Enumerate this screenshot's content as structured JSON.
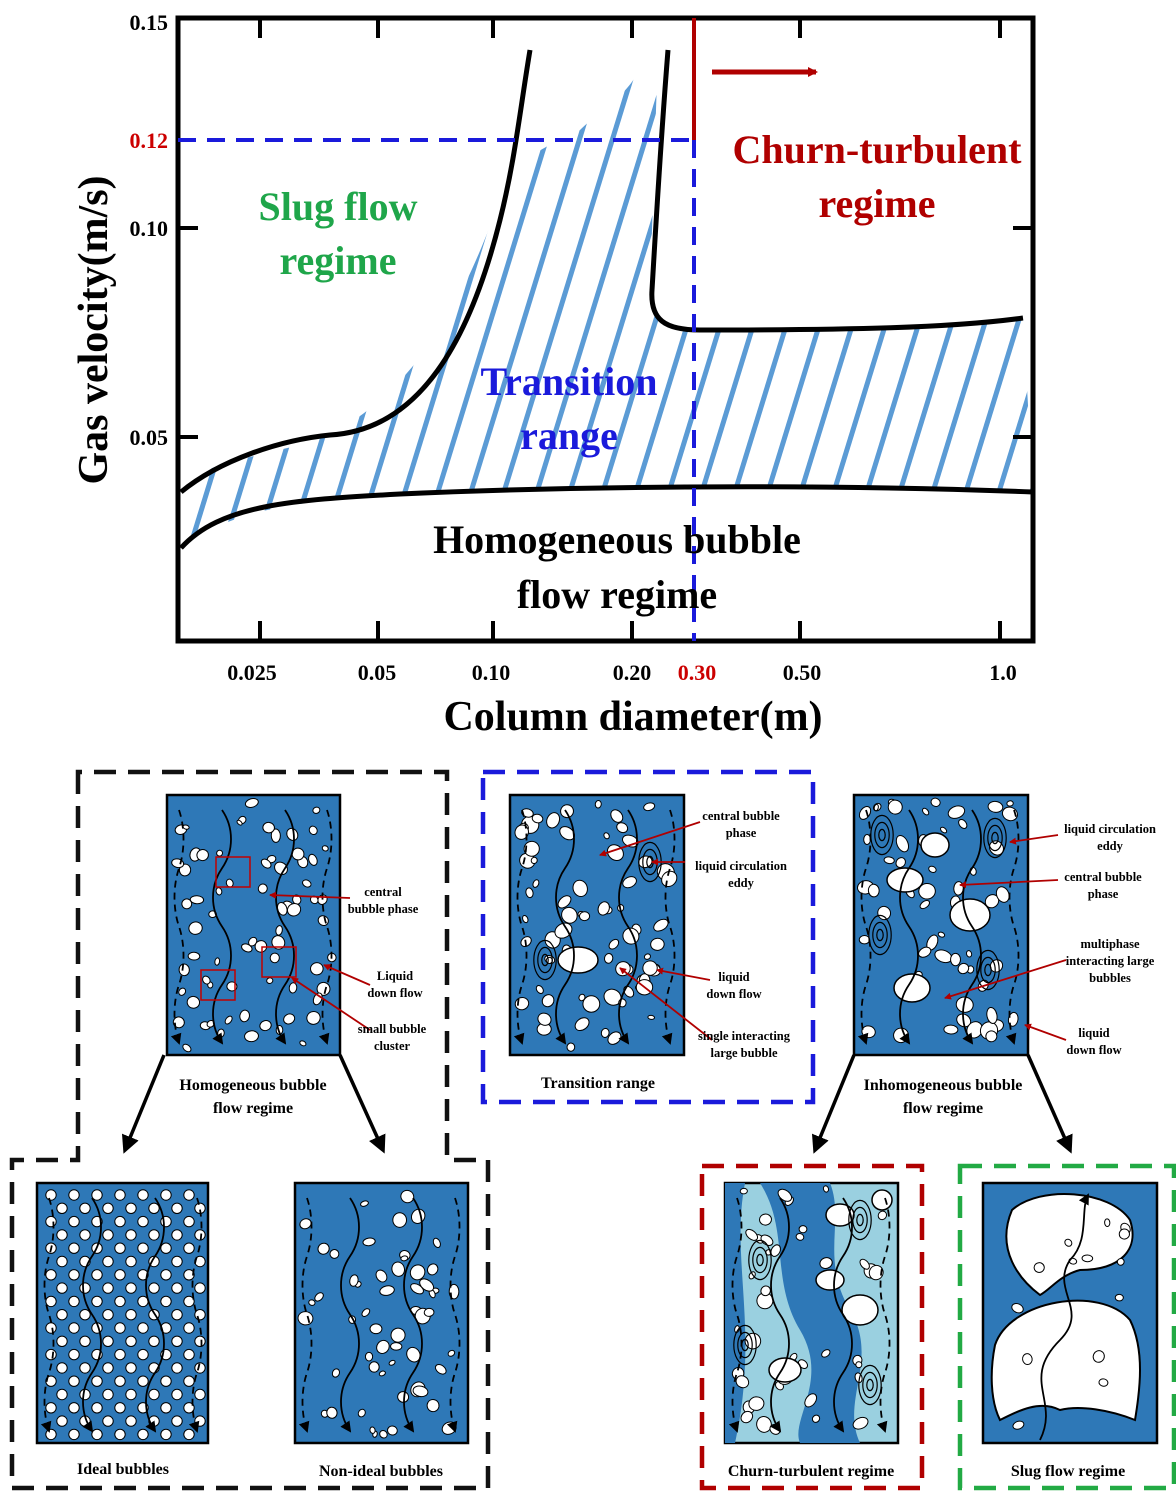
{
  "plot": {
    "ylabel": "Gas velocity(m/s)",
    "xlabel": "Column diameter(m)",
    "y_ticks": [
      "0.15",
      "0.12",
      "0.10",
      "0.05"
    ],
    "x_ticks": [
      "0.025",
      "0.05",
      "0.10",
      "0.20",
      "0.30",
      "0.50",
      "1.0"
    ],
    "highlight_color": "#cc0000",
    "regions": {
      "slug": [
        "Slug flow",
        "regime"
      ],
      "churn": [
        "Churn-turbulent",
        "regime"
      ],
      "transition": [
        "Transition",
        "range"
      ],
      "homogeneous": [
        "Homogeneous bubble",
        "flow regime"
      ]
    },
    "colors": {
      "slug": "#1fa64a",
      "churn": "#b00000",
      "transition": "#1a1adb",
      "hatch": "#5b9bd5",
      "dash_blue": "#1a1adb",
      "churn_line": "#b00000"
    }
  },
  "panels": {
    "homogeneous": {
      "caption": [
        "Homogeneous bubble",
        "flow regime"
      ],
      "labels": {
        "central": [
          "central",
          "bubble phase"
        ],
        "down": [
          "Liquid",
          "down flow"
        ],
        "cluster": [
          "small bubble",
          "cluster"
        ]
      }
    },
    "transition": {
      "caption": "Transition range",
      "labels": {
        "central": [
          "central bubble",
          "phase"
        ],
        "eddy": [
          "liquid circulation",
          "eddy"
        ],
        "down": [
          "liquid",
          "down flow"
        ],
        "single": [
          "single interacting",
          "large bubble"
        ]
      }
    },
    "inhomogeneous": {
      "caption": [
        "Inhomogeneous bubble",
        "flow regime"
      ],
      "labels": {
        "eddy": [
          "liquid circulation",
          "eddy"
        ],
        "central": [
          "central bubble",
          "phase"
        ],
        "multi": [
          "multiphase",
          "interacting large",
          "bubbles"
        ],
        "down": [
          "liquid",
          "down flow"
        ]
      }
    },
    "ideal": {
      "caption": "Ideal bubbles"
    },
    "nonideal": {
      "caption": "Non-ideal bubbles"
    },
    "churn": {
      "caption": "Churn-turbulent regime"
    },
    "slug": {
      "caption": "Slug flow regime"
    },
    "colors": {
      "liquid": "#2e78b7",
      "liquid_light": "#9ad0e0",
      "bubble": "#ffffff",
      "box_black": "#111111",
      "box_blue": "#1a1adb",
      "box_red": "#b00000",
      "box_green": "#22aa44"
    }
  }
}
